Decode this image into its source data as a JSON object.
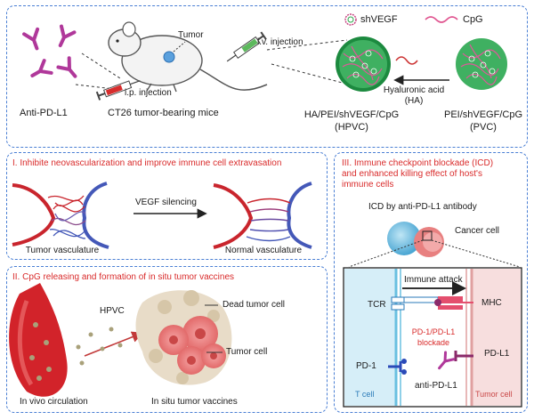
{
  "top": {
    "anti_pd_l1": "Anti-PD-L1",
    "tumor": "Tumor",
    "ip_injection": "i.p. injection",
    "iv_injection": "i.v. injection",
    "mice": "CT26 tumor-bearing mice",
    "legend_shvegf": "shVEGF",
    "legend_cpg": "CpG",
    "ha_line1": "Hyaluronic acid",
    "ha_line2": "(HA)",
    "hpvc_line1": "HA/PEI/shVEGF/CpG",
    "hpvc_line2": "(HPVC)",
    "pvc_line1": "PEI/shVEGF/CpG",
    "pvc_line2": "(PVC)"
  },
  "panel1": {
    "title": "I. Inhibite neovascularization and improve immune cell extravasation",
    "arrow_label": "VEGF silencing",
    "left_caption": "Tumor vasculature",
    "right_caption": "Normal vasculature"
  },
  "panel2": {
    "title": "II. CpG releasing and formation of in situ tumor vaccines",
    "hpvc": "HPVC",
    "dead_cell": "Dead  tumor cell",
    "tumor_cell": "Tumor cell",
    "left_caption": "In vivo circulation",
    "right_caption": "In situ tumor vaccines"
  },
  "panel3": {
    "title_line1": "III. Immune checkpoint blockade (ICD)",
    "title_line2": "and enhanced killing effect of host's",
    "title_line3": "immune cells",
    "icd_label": "ICD by anti-PD-L1 antibody",
    "cancer_cell": "Cancer cell",
    "immune_attack": "Immune attack",
    "tcr": "TCR",
    "mhc": "MHC",
    "blockade_line1": "PD-1/PD-L1",
    "blockade_line2": "blockade",
    "pd1": "PD-1",
    "pdl1": "PD-L1",
    "anti_pdl1": "anti-PD-L1",
    "t_cell": "T cell",
    "tumor_cell": "Tumor cell"
  },
  "colors": {
    "panel_border": "#4a7fd4",
    "title_red": "#d92b2b",
    "antibody": "#b0389a",
    "artery": "#c9252d",
    "vein": "#4458b8",
    "tcell": "#d6eef8",
    "tumorcell": "#f7dede"
  }
}
